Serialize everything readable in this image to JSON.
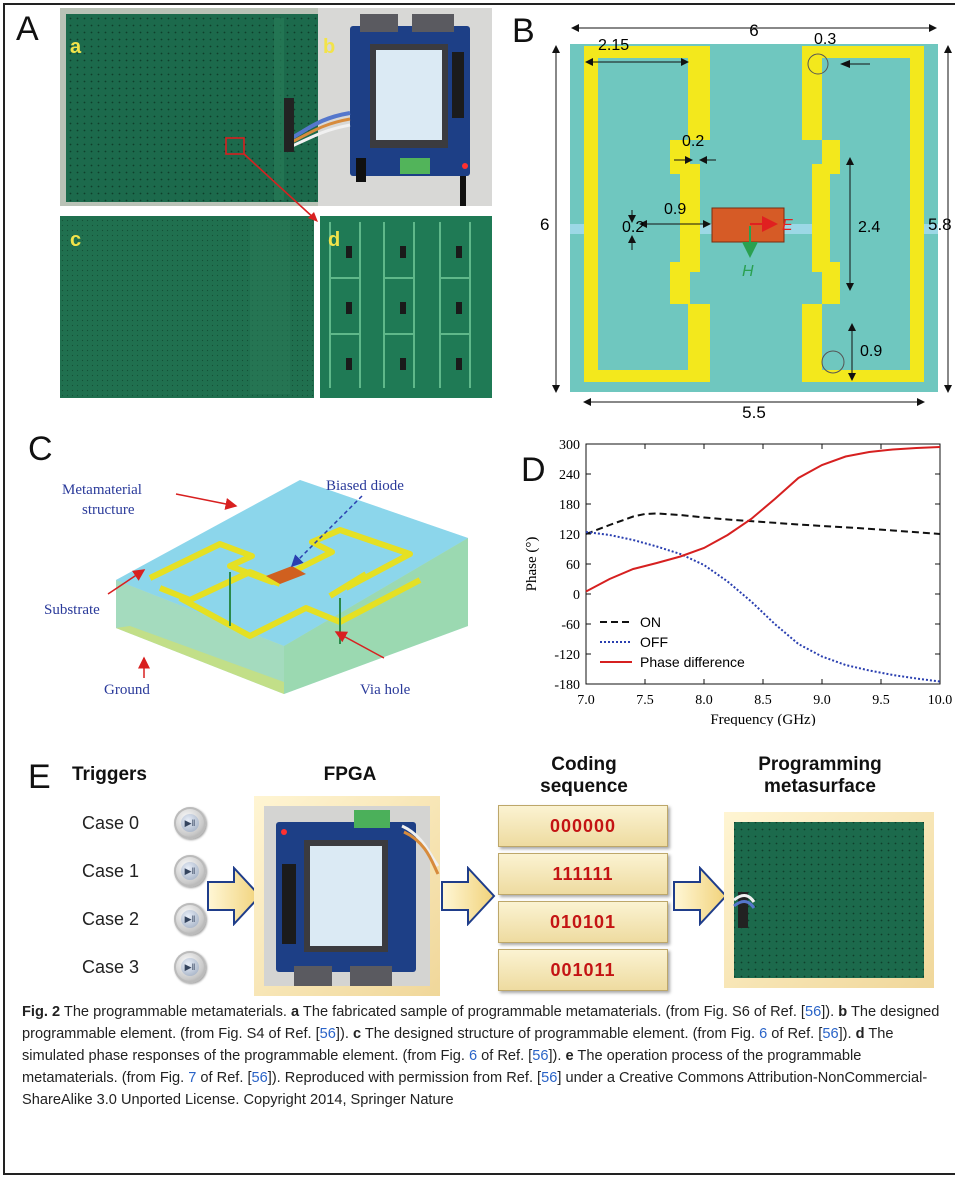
{
  "panels": {
    "A": {
      "label": "A",
      "subs": [
        "a",
        "b",
        "c",
        "d"
      ]
    },
    "B": {
      "label": "B",
      "dims": {
        "width_top": "6",
        "height_left": "6",
        "height_right": "5.8",
        "width_bottom": "5.5",
        "d215": "2.15",
        "d03": "0.3",
        "d02a": "0.2",
        "d02b": "0.2",
        "d09a": "0.9",
        "d24": "2.4",
        "d09b": "0.9"
      },
      "field_e": "E",
      "field_h": "H"
    },
    "C": {
      "label": "C",
      "labels": {
        "meta1": "Metamaterial",
        "meta2": "structure",
        "diode": "Biased diode",
        "substrate": "Substrate",
        "ground": "Ground",
        "via": "Via hole"
      }
    },
    "D": {
      "label": "D"
    },
    "E": {
      "label": "E",
      "triggers_title": "Triggers",
      "fpga_title": "FPGA",
      "coding_title_1": "Coding",
      "coding_title_2": "sequence",
      "program_title_1": "Programming",
      "program_title_2": "metasurface",
      "cases": [
        "Case 0",
        "Case 1",
        "Case 2",
        "Case 3"
      ],
      "codes": [
        "000000",
        "111111",
        "010101",
        "001011"
      ]
    }
  },
  "chart_data": {
    "type": "line",
    "xlabel": "Frequency (GHz)",
    "ylabel": "Phase (°)",
    "xlim": [
      7.0,
      10.0
    ],
    "ylim": [
      -180,
      300
    ],
    "xticks": [
      "7.0",
      "7.5",
      "8.0",
      "8.5",
      "9.0",
      "9.5",
      "10.0"
    ],
    "yticks": [
      "300",
      "240",
      "180",
      "120",
      "60",
      "0",
      "-60",
      "-120",
      "-180"
    ],
    "legend_position": "bottom-left",
    "series": [
      {
        "name": "ON",
        "style": "dashed",
        "color": "#111111",
        "x": [
          7.0,
          7.2,
          7.4,
          7.5,
          7.6,
          7.8,
          8.0,
          8.2,
          8.5,
          8.8,
          9.0,
          9.3,
          9.6,
          10.0
        ],
        "y": [
          120,
          138,
          155,
          160,
          161,
          158,
          153,
          149,
          144,
          139,
          136,
          132,
          127,
          120
        ]
      },
      {
        "name": "OFF",
        "style": "dotted",
        "color": "#2a3fb0",
        "x": [
          7.0,
          7.2,
          7.4,
          7.6,
          7.8,
          8.0,
          8.2,
          8.4,
          8.6,
          8.8,
          9.0,
          9.2,
          9.4,
          9.6,
          9.8,
          10.0
        ],
        "y": [
          124,
          118,
          108,
          95,
          80,
          58,
          25,
          -15,
          -60,
          -100,
          -125,
          -142,
          -153,
          -162,
          -169,
          -175
        ]
      },
      {
        "name": "Phase difference",
        "style": "solid",
        "color": "#d62020",
        "x": [
          7.0,
          7.2,
          7.4,
          7.6,
          7.8,
          8.0,
          8.2,
          8.4,
          8.6,
          8.8,
          9.0,
          9.2,
          9.4,
          9.6,
          9.8,
          10.0
        ],
        "y": [
          5,
          30,
          50,
          62,
          75,
          92,
          118,
          150,
          190,
          232,
          258,
          275,
          284,
          289,
          292,
          294
        ]
      }
    ]
  },
  "caption": {
    "fig": "Fig. 2",
    "title": " The programmable metamaterials. ",
    "a": "a",
    "a_text": " The fabricated sample of programmable metamaterials. (from Fig. S6 of Ref. [",
    "ref56": "56",
    "a_end": "]). ",
    "b": "b",
    "b_text": " The designed programmable element. (from Fig. S4 of Ref. [",
    "b_end": "]). ",
    "c": "c",
    "c_text": " The designed structure of programmable element. (from Fig. ",
    "fig6": "6",
    "c_mid": " of Ref. [",
    "c_end": "]). ",
    "d": "d",
    "d_text": " The simulated phase responses of the programmable element. (from Fig. ",
    "d_mid": " of Ref. [",
    "d_end": "]). ",
    "e": "e",
    "e_text": " The operation process of the programmable metamaterials. (from Fig. ",
    "fig7": "7",
    "e_mid": " of Ref. [",
    "e_end": "]).",
    "rep_text": " Reproduced with permission from Ref. [",
    "rep_end": "] under a Creative Commons Attribution-NonCommercial-ShareAlike 3.0 Unported License. Copyright 2014, Springer Nature"
  }
}
